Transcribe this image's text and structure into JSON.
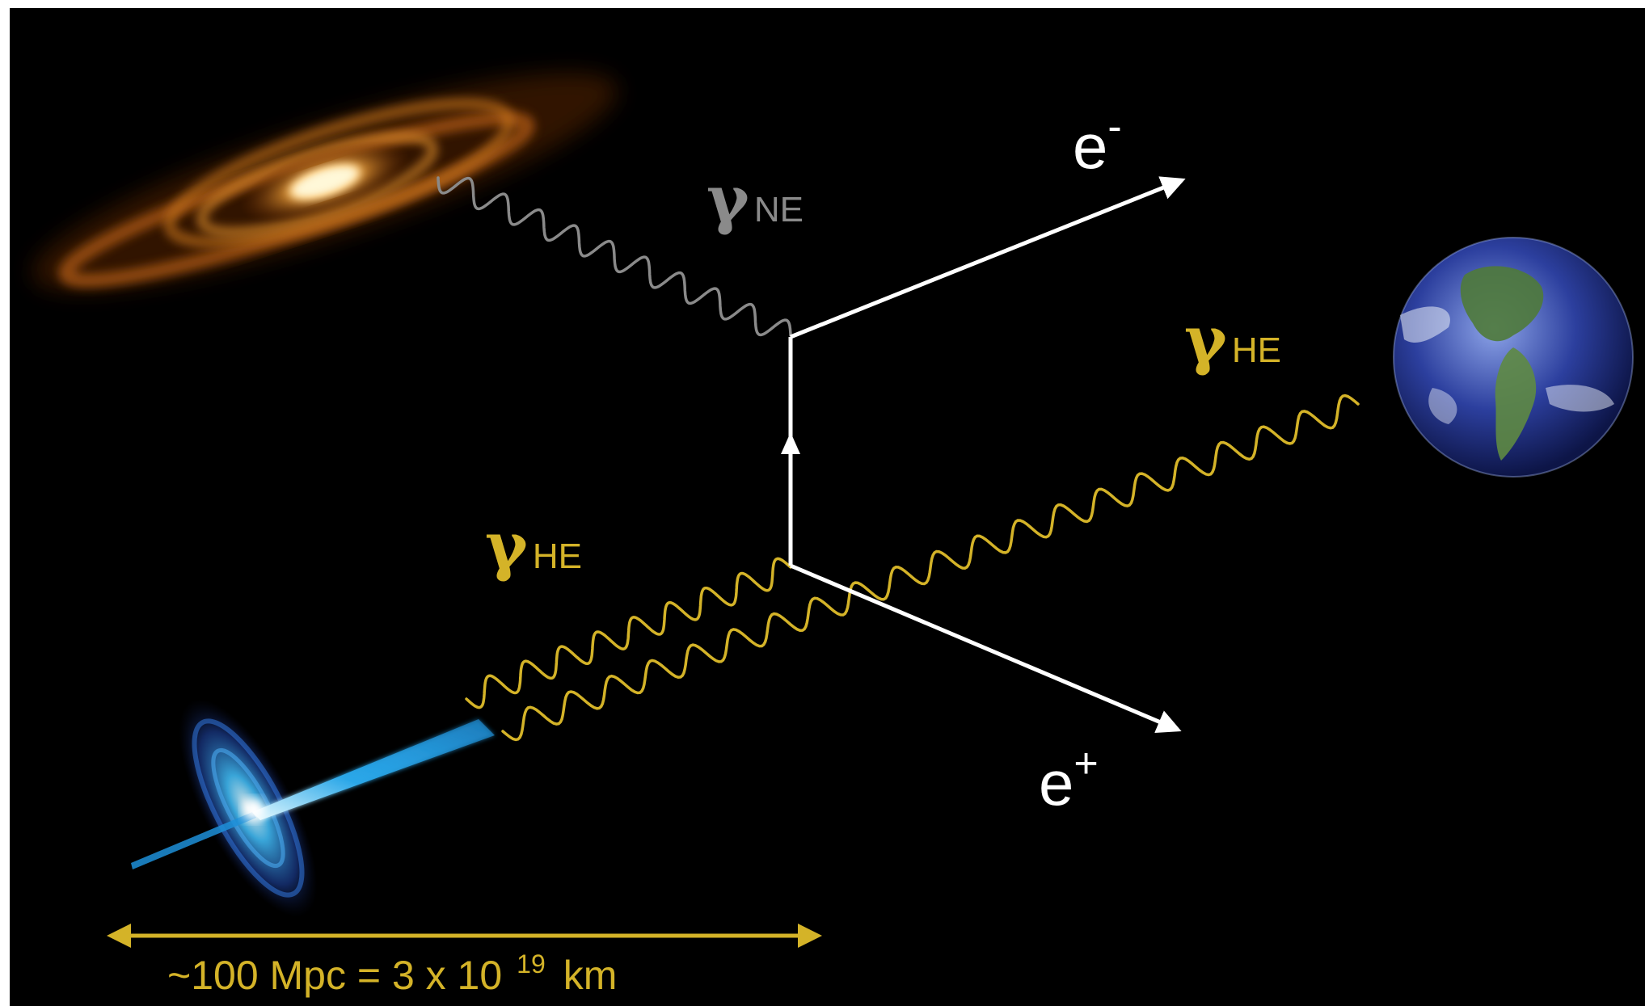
{
  "labels": {
    "gamma_symbol": "γ",
    "gamma_ne_sub": "NE",
    "gamma_he_sub": "HE",
    "electron_symbol": "e",
    "electron_charge": "-",
    "positron_symbol": "e",
    "positron_charge": "+",
    "distance_main": "~100 Mpc = 3 x 10",
    "distance_exp": "19",
    "distance_unit": "km"
  },
  "colors": {
    "background": "#000000",
    "high_energy_photon": "#d4b328",
    "low_energy_photon": "#8a8a8a",
    "particle_lines": "#ffffff",
    "scale_arrow": "#d4b328"
  },
  "icons": {
    "galaxy": "spiral-galaxy-icon",
    "source": "blazar-jet-icon",
    "earth": "earth-globe-icon"
  }
}
